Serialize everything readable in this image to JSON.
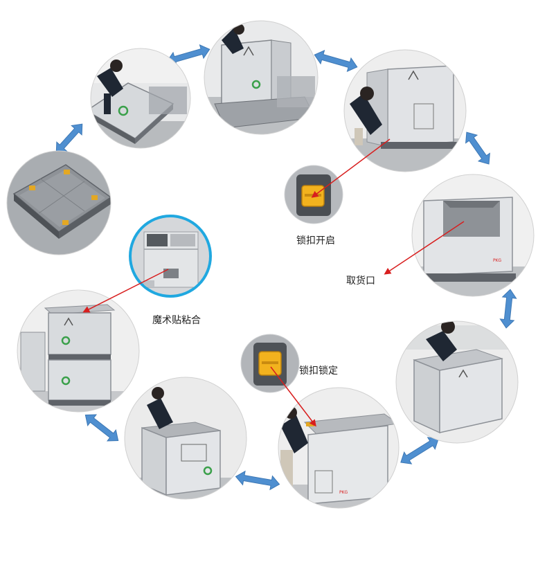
{
  "labels": {
    "lock_open": "锁扣开启",
    "access_door": "取货口",
    "velcro": "魔术贴粘合",
    "lock_closed": "锁扣锁定"
  },
  "colors": {
    "arrow_blue": "#4f8fd0",
    "pointer_red": "#d81e1e",
    "box_panel": "#d9dcdf",
    "box_edge": "#8c9096",
    "pallet": "#5f6369",
    "floor": "#b9bcc0",
    "wall": "#eceded",
    "jacket": "#1f2733",
    "latch_yellow": "#f2b21e",
    "zoom_ring": "#20a8e0"
  },
  "icons": [
    "recycle-icon",
    "logo-a-icon"
  ]
}
